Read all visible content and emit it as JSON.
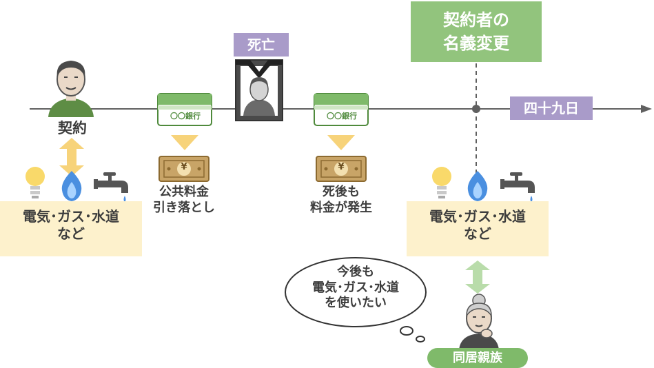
{
  "timeline": {
    "contract_label": "契約",
    "death_label": "死亡",
    "day49_label": "四十九日",
    "name_change_label": "契約者の\n名義変更"
  },
  "bank_cards": [
    {
      "label": "〇〇銀行"
    },
    {
      "label": "〇〇銀行"
    }
  ],
  "money": {
    "symbol": "¥"
  },
  "notes": {
    "deduction_label": "公共料金\n引き落とし",
    "after_death_label": "死後も\n料金が発生"
  },
  "utilities": {
    "left_label": "電気･ガス･水道\nなど",
    "right_label": "電気･ガス･水道\nなど"
  },
  "speech": {
    "text": "今後も\n電気･ガス･水道\nを使いたい"
  },
  "relative": {
    "label": "同居親族"
  },
  "colors": {
    "line": "#606060",
    "green": "#92c47d",
    "green_dark": "#4f8a3c",
    "purple": "#a99bc9",
    "yellow": "#fdf1cc",
    "arrow_yellow": "#f7d37a"
  }
}
